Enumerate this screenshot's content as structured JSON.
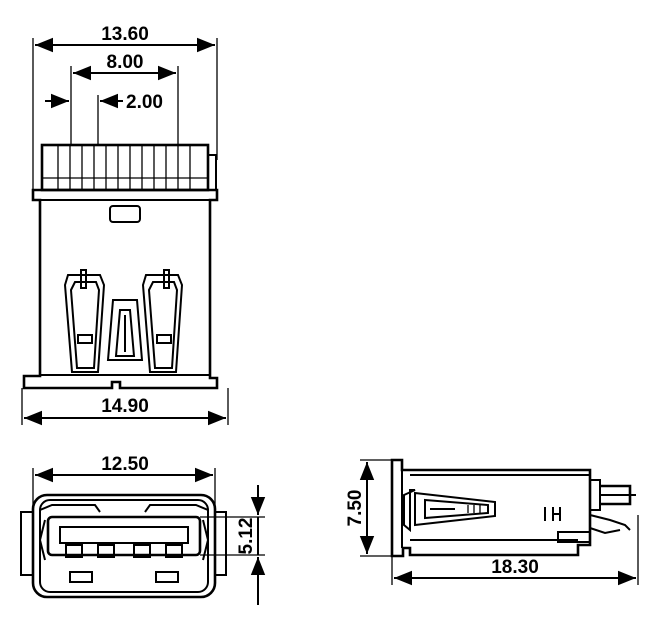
{
  "top_view": {
    "dim_overall_width": "13.60",
    "dim_contact_span": "8.00",
    "dim_pitch": "2.00",
    "dim_base_width": "14.90"
  },
  "front_view": {
    "dim_width": "12.50",
    "dim_height": "5.12"
  },
  "side_view": {
    "dim_height": "7.50",
    "dim_length": "18.30"
  },
  "colors": {
    "line": "#000000",
    "background": "#ffffff"
  }
}
